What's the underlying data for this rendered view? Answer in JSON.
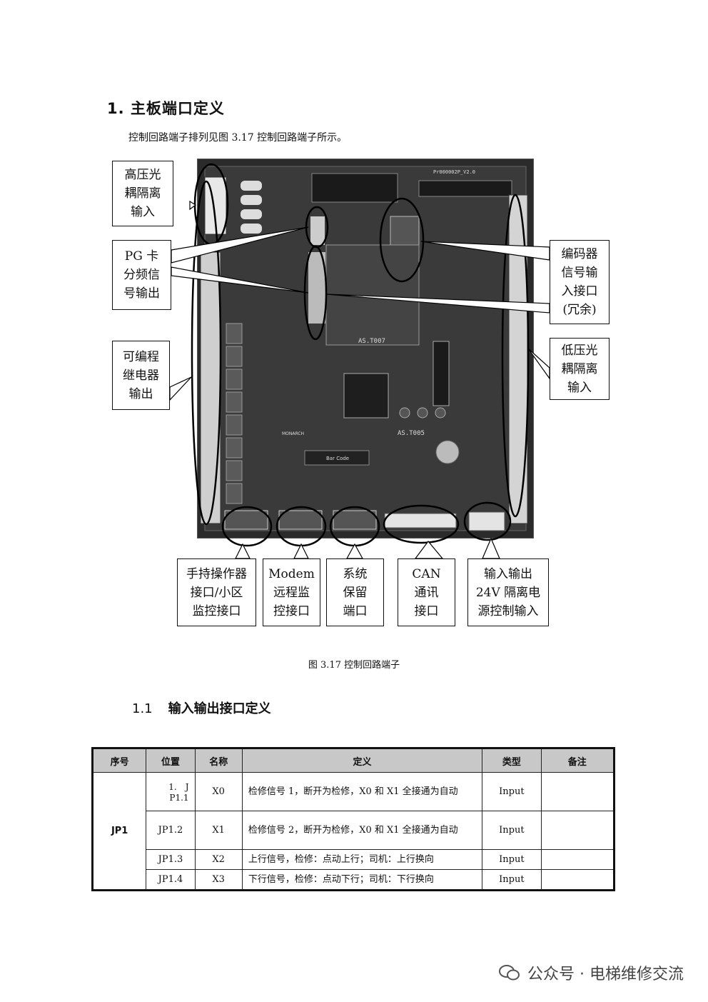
{
  "heading": "1. 主板端口定义",
  "intro": "控制回路端子排列见图 3.17 控制回路端子所示。",
  "figure": {
    "caption": "图 3.17 控制回路端子",
    "board_labels": {
      "top_right": "Pr000002P_V2.0",
      "module": "AS.T007",
      "main": "AS.T005",
      "barcode": "Bar Code",
      "brand": "MONARCH"
    },
    "callouts": {
      "high_voltage": [
        "高压光",
        "耦隔离",
        "输入"
      ],
      "pg_card": [
        "PG 卡",
        "分频信",
        "号输出"
      ],
      "relay": [
        "可编程",
        "继电器",
        "输出"
      ],
      "encoder": [
        "编码器",
        "信号输",
        "入接口",
        "(冗余)"
      ],
      "low_voltage": [
        "低压光",
        "耦隔离",
        "输入"
      ],
      "handheld": [
        "手持操作器",
        "接口/小区",
        "监控接口"
      ],
      "modem": [
        "Modem",
        "远程监",
        "控接口"
      ],
      "reserved": [
        "系统",
        "保留",
        "端口"
      ],
      "can": [
        "CAN",
        "通讯",
        "接口"
      ],
      "io24v": [
        "输入输出",
        "24V 隔离电",
        "源控制输入"
      ]
    }
  },
  "section": {
    "number": "1.1",
    "title": "输入输出接口定义"
  },
  "table": {
    "headers": [
      "序号",
      "位置",
      "名称",
      "定义",
      "类型",
      "备注"
    ],
    "group": "JP1",
    "rows": [
      {
        "pos": "1.　J\nP1.1",
        "name": "X0",
        "def": "检修信号 1，断开为检修，X0 和 X1 全接通为自动",
        "type": "Input",
        "note": ""
      },
      {
        "pos": "JP1.2",
        "name": "X1",
        "def": "检修信号 2，断开为检修，X0 和 X1 全接通为自动",
        "type": "Input",
        "note": ""
      },
      {
        "pos": "JP1.3",
        "name": "X2",
        "def": "上行信号，检修：点动上行；司机：上行换向",
        "type": "Input",
        "note": ""
      },
      {
        "pos": "JP1.4",
        "name": "X3",
        "def": "下行信号，检修：点动下行；司机：下行换向",
        "type": "Input",
        "note": ""
      }
    ]
  },
  "watermark": "公众号 · 电梯维修交流"
}
